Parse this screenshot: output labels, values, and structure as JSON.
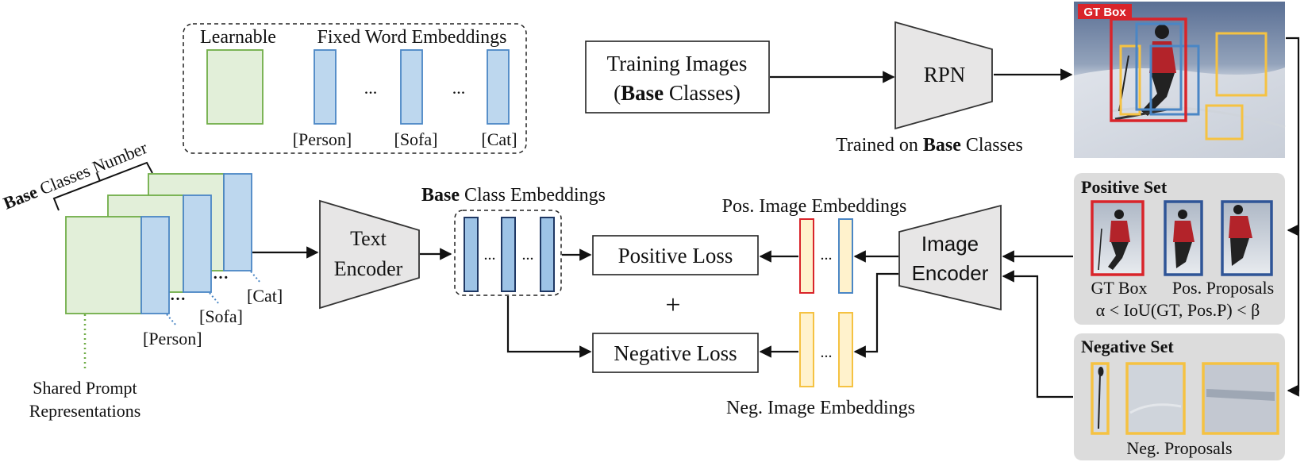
{
  "prompt_box": {
    "learnable_label": "Learnable",
    "fixed_label": "Fixed Word Embeddings",
    "class_names": [
      "[Person]",
      "[Sofa]",
      "[Cat]"
    ],
    "ellipsis": "..."
  },
  "left_stack": {
    "label_bold": "Base",
    "label_rest": " Classes Number",
    "class_names": [
      "[Person]",
      "[Sofa]",
      "[Cat]"
    ],
    "shared_label_line1": "Shared Prompt",
    "shared_label_line2": "Representations"
  },
  "text_encoder": {
    "line1": "Text",
    "line2": "Encoder"
  },
  "class_embeddings": {
    "label_bold": "Base",
    "label_rest": " Class Embeddings",
    "ellipsis": "..."
  },
  "training_images": {
    "line1": "Training Images",
    "line2_open": "(",
    "line2_bold": "Base",
    "line2_rest": " Classes)"
  },
  "rpn": {
    "label": "RPN",
    "caption_pre": "Trained on ",
    "caption_bold": "Base",
    "caption_post": " Classes"
  },
  "gt_badge": "GT Box",
  "losses": {
    "positive": "Positive Loss",
    "negative": "Negative Loss",
    "plus": "+"
  },
  "embeddings": {
    "pos_label": "Pos. Image Embeddings",
    "neg_label": "Neg. Image Embeddings",
    "ellipsis": "..."
  },
  "image_encoder": {
    "line1": "Image",
    "line2": "Encoder"
  },
  "positive_set": {
    "title": "Positive Set",
    "gt_label": "GT Box",
    "pos_label": "Pos. Proposals",
    "formula": "α < IoU(GT, Pos.P) < β"
  },
  "negative_set": {
    "title": "Negative Set",
    "label": "Neg. Proposals"
  },
  "colors": {
    "green_fill": "#e2efd9",
    "green_stroke": "#70ad47",
    "blue_fill": "#bdd7ee",
    "blue_stroke": "#4a86c5",
    "dark_blue_fill": "#9dc3e6",
    "dark_blue_stroke": "#1f3864",
    "yellow_fill": "#fff2cc",
    "yellow_stroke": "#f5c242",
    "red": "#d9242a",
    "gray_fill": "#e7e6e6",
    "panel": "#dcdcdc"
  }
}
